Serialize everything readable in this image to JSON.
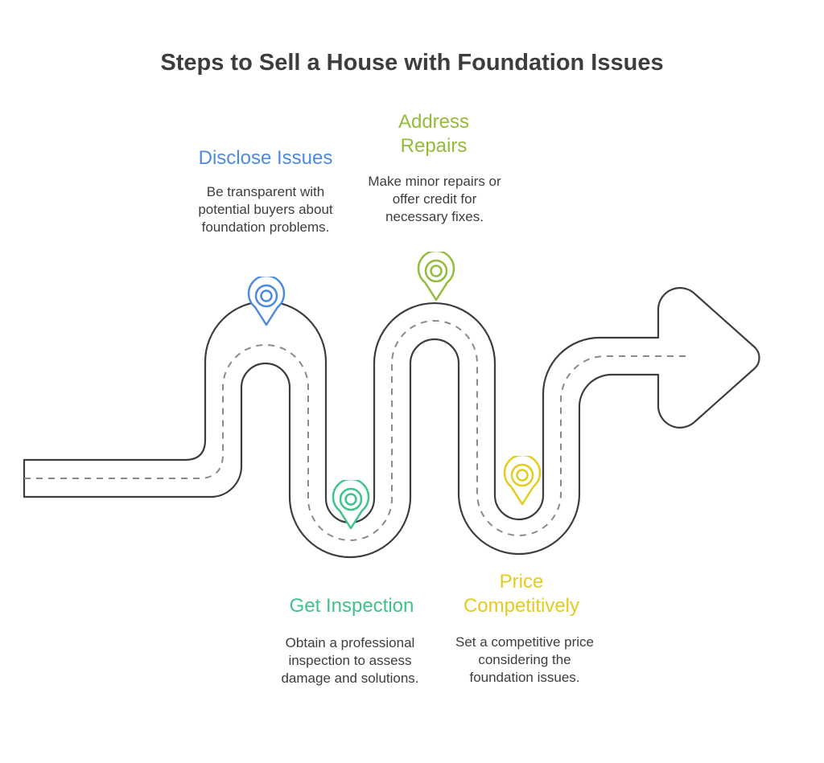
{
  "title": "Steps to Sell a House with Foundation Issues",
  "colors": {
    "road": "#3d3d3d",
    "dash": "#8a8a8a",
    "blue": "#4d8ae0",
    "green": "#3ec38a",
    "olive": "#93bb3c",
    "yellow": "#e3cc1e"
  },
  "steps": [
    {
      "title": "Disclose Issues",
      "description": "Be transparent with potential buyers about foundation problems.",
      "color": "#4d8ae0",
      "icon": "map-pin-icon"
    },
    {
      "title": "Get Inspection",
      "description": "Obtain a professional inspection to assess damage and solutions.",
      "color": "#3ec38a",
      "icon": "map-pin-icon"
    },
    {
      "title": "Address Repairs",
      "description": "Make minor repairs or offer credit for necessary fixes.",
      "color": "#93bb3c",
      "icon": "map-pin-icon"
    },
    {
      "title": "Price Competitively",
      "description": "Set a competitive price considering the foundation issues.",
      "color": "#e3cc1e",
      "icon": "map-pin-icon"
    }
  ]
}
